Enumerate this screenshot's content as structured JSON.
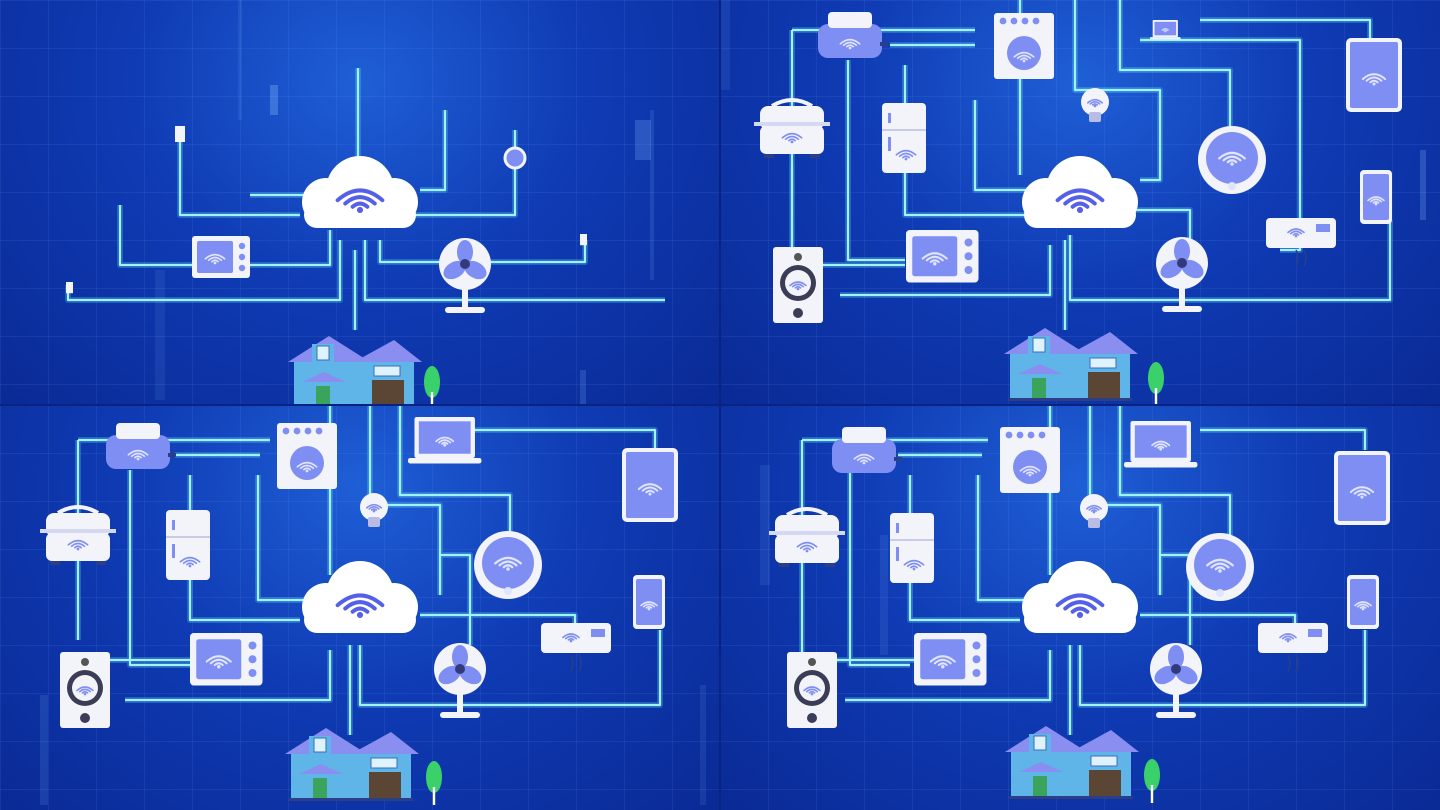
{
  "scene": {
    "layout": "2x2-grid-of-frames",
    "colors": {
      "background_dark": "#0a2a95",
      "background_light": "#1f5fd6",
      "circuit_glow": "#67e8ff",
      "device_fill": "#f3f4fa",
      "device_accent": "#7f8ef2",
      "house_wall": "#5fb4e8",
      "house_roof": "#8a8ef0",
      "tree": "#3bd16a"
    },
    "panels": [
      {
        "name": "frame-top-left",
        "devices": [
          "cloud-wifi-icon",
          "microwave-icon",
          "fan-icon",
          "house-icon",
          "tree-icon",
          "thermostat-icon",
          "outlet-icon"
        ]
      },
      {
        "name": "frame-top-right",
        "devices": [
          "cloud-wifi-icon",
          "toaster-icon",
          "washing-machine-icon",
          "laptop-icon",
          "tablet-icon",
          "rice-cooker-icon",
          "refrigerator-icon",
          "lightbulb-icon",
          "robot-vacuum-icon",
          "phone-icon",
          "air-conditioner-icon",
          "speaker-icon",
          "microwave-icon",
          "fan-icon",
          "house-icon",
          "tree-icon"
        ]
      },
      {
        "name": "frame-bottom-left",
        "devices": [
          "cloud-wifi-icon",
          "toaster-icon",
          "washing-machine-icon",
          "laptop-icon",
          "tablet-icon",
          "rice-cooker-icon",
          "refrigerator-icon",
          "lightbulb-icon",
          "robot-vacuum-icon",
          "phone-icon",
          "air-conditioner-icon",
          "speaker-icon",
          "microwave-icon",
          "fan-icon",
          "house-icon",
          "tree-icon"
        ]
      },
      {
        "name": "frame-bottom-right",
        "devices": [
          "cloud-wifi-icon",
          "toaster-icon",
          "washing-machine-icon",
          "laptop-icon",
          "tablet-icon",
          "rice-cooker-icon",
          "refrigerator-icon",
          "lightbulb-icon",
          "robot-vacuum-icon",
          "phone-icon",
          "air-conditioner-icon",
          "speaker-icon",
          "microwave-icon",
          "fan-icon",
          "house-icon",
          "tree-icon"
        ]
      }
    ]
  }
}
